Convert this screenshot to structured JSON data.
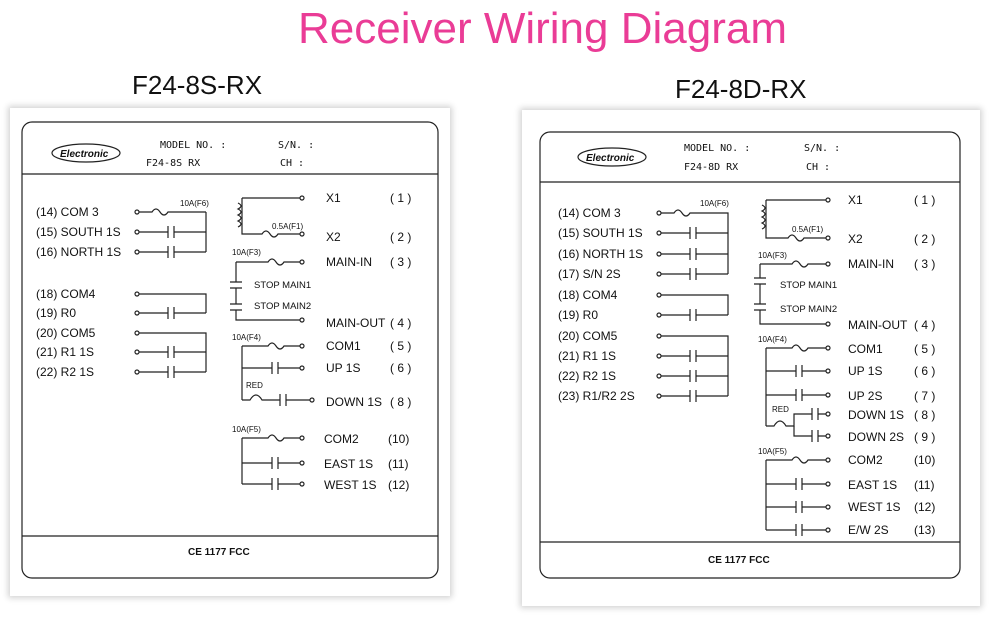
{
  "title": "Receiver Wiring Diagram",
  "panels": [
    {
      "name": "F24-8S-RX",
      "logo": "Electronic",
      "header": {
        "model_no": "MODEL  NO. :",
        "sn": "S/N. :",
        "model_value": "F24-8S  RX",
        "ch": "CH :"
      },
      "left_labels": [
        "(14)  COM 3",
        "(15)  SOUTH 1S",
        "(16)  NORTH 1S",
        "(18)  COM4",
        "(19)  R0",
        "(20)  COM5",
        "(21)  R1 1S",
        "(22)  R2 1S"
      ],
      "right_labels": [
        {
          "name": "X1",
          "num": "( 1 )"
        },
        {
          "name": "X2",
          "num": "( 2 )"
        },
        {
          "name": "MAIN-IN",
          "num": "( 3 )"
        },
        {
          "name": "MAIN-OUT",
          "num": "( 4 )"
        },
        {
          "name": "COM1",
          "num": "( 5 )"
        },
        {
          "name": "UP 1S",
          "num": "( 6 )"
        },
        {
          "name": "DOWN 1S",
          "num": "( 8 )"
        },
        {
          "name": "COM2",
          "num": "(10)"
        },
        {
          "name": "EAST 1S",
          "num": "(11)"
        },
        {
          "name": "WEST 1S",
          "num": "(12)"
        }
      ],
      "fuses": [
        "10A(F6)",
        "0.5A(F1)",
        "10A(F3)",
        "10A(F4)",
        "10A(F5)"
      ],
      "stop_labels": [
        "STOP MAIN1",
        "STOP MAIN2"
      ],
      "red_label": "RED",
      "footer": "CE  1177  FCC"
    },
    {
      "name": "F24-8D-RX",
      "logo": "Electronic",
      "header": {
        "model_no": "MODEL  NO. :",
        "sn": "S/N. :",
        "model_value": "F24-8D  RX",
        "ch": "CH :"
      },
      "left_labels": [
        "(14)  COM 3",
        "(15)  SOUTH 1S",
        "(16)  NORTH 1S",
        "(17)  S/N 2S",
        "(18)  COM4",
        "(19)  R0",
        "(20)  COM5",
        "(21)  R1 1S",
        "(22)  R2 1S",
        "(23)  R1/R2 2S"
      ],
      "right_labels": [
        {
          "name": "X1",
          "num": "( 1 )"
        },
        {
          "name": "X2",
          "num": "( 2 )"
        },
        {
          "name": "MAIN-IN",
          "num": "( 3 )"
        },
        {
          "name": "MAIN-OUT",
          "num": "( 4 )"
        },
        {
          "name": "COM1",
          "num": "( 5 )"
        },
        {
          "name": "UP 1S",
          "num": "( 6 )"
        },
        {
          "name": "UP 2S",
          "num": "( 7 )"
        },
        {
          "name": "DOWN 1S",
          "num": "( 8 )"
        },
        {
          "name": "DOWN 2S",
          "num": "( 9 )"
        },
        {
          "name": "COM2",
          "num": "(10)"
        },
        {
          "name": "EAST 1S",
          "num": "(11)"
        },
        {
          "name": "WEST 1S",
          "num": "(12)"
        },
        {
          "name": "E/W 2S",
          "num": "(13)"
        }
      ],
      "fuses": [
        "10A(F6)",
        "0.5A(F1)",
        "10A(F3)",
        "10A(F4)",
        "10A(F5)"
      ],
      "stop_labels": [
        "STOP MAIN1",
        "STOP MAIN2"
      ],
      "red_label": "RED",
      "footer": "CE  1177  FCC"
    }
  ]
}
